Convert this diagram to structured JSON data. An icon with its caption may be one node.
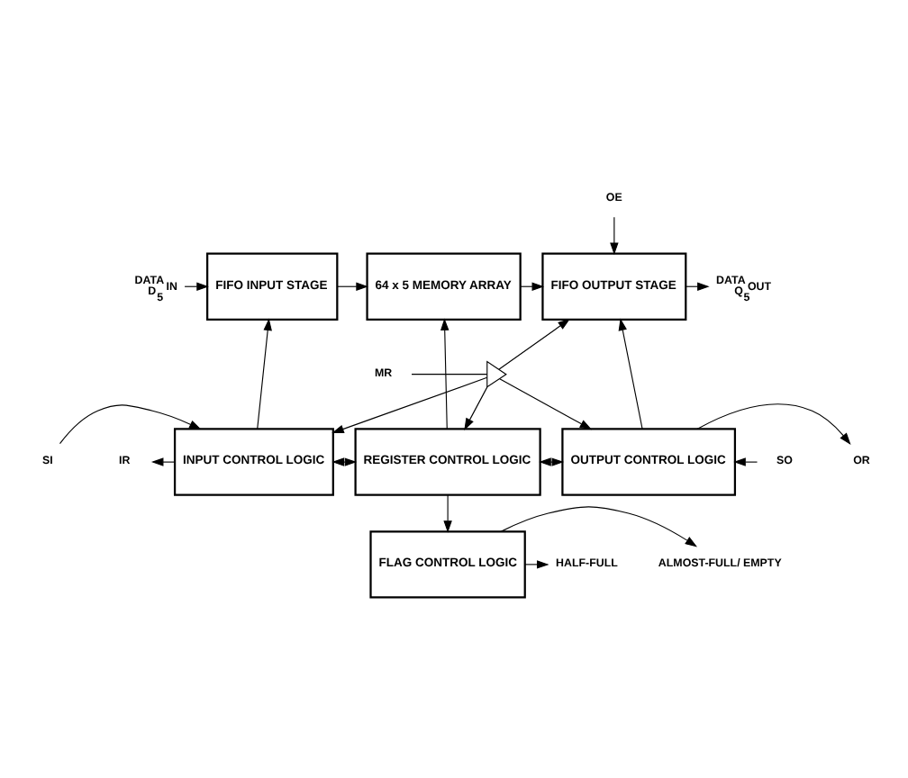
{
  "diagram": {
    "nodes": [
      {
        "text": [
          "FIFO INPUT STAGE"
        ]
      },
      {
        "text": [
          "64 x 5 MEMORY ARRAY"
        ]
      },
      {
        "text": [
          "FIFO OUTPUT STAGE"
        ]
      },
      {
        "text": [
          "INPUT CONTROL LOGIC"
        ]
      },
      {
        "text": [
          "REGISTER CONTROL LOGIC"
        ]
      },
      {
        "text": [
          "OUTPUT CONTROL LOGIC"
        ]
      },
      {
        "text": [
          "FLAG CONTROL LOGIC"
        ]
      },
      {
        "text": [],
        "shape": "triangle"
      },
      {
        "text": [
          "DATA$_{IN}$",
          "D$_{5}$"
        ]
      },
      {
        "text": [
          "OE"
        ]
      },
      {
        "text": [
          "DATA$_{OUT}$",
          "Q$_{5}$"
        ]
      },
      {
        "text": [
          "MR"
        ]
      },
      {
        "text": [
          "IR"
        ]
      },
      {
        "text": [
          "SI"
        ]
      },
      {
        "text": [
          "SO"
        ]
      },
      {
        "text": [
          "OR"
        ]
      },
      {
        "text": [
          "HALF-FULL"
        ]
      },
      {
        "text": [
          "ALMOST-FULL/ EMPTY"
        ]
      }
    ],
    "edges": [
      {
        "from": 8,
        "to": 0,
        "arrow": "to"
      },
      {
        "from": 0,
        "to": 1,
        "arrow": "to"
      },
      {
        "from": 1,
        "to": 2,
        "arrow": "to"
      },
      {
        "from": 9,
        "to": 2,
        "arrow": "to"
      },
      {
        "from": 2,
        "to": 10,
        "arrow": "to"
      },
      {
        "from": 11,
        "to": 7,
        "arrow": "none"
      },
      {
        "from": 7,
        "to": 3,
        "arrow": "to"
      },
      {
        "from": 7,
        "to": 4,
        "arrow": "to"
      },
      {
        "from": 7,
        "to": 2,
        "arrow": "to"
      },
      {
        "from": 7,
        "to": 5,
        "arrow": "to"
      },
      {
        "from": 3,
        "to": 0,
        "arrow": "to"
      },
      {
        "from": 4,
        "to": 1,
        "arrow": "to"
      },
      {
        "from": 5,
        "to": 2,
        "arrow": "to"
      },
      {
        "from": 3,
        "to": 12,
        "arrow": "to"
      },
      {
        "from": 13,
        "to": 3,
        "arrow": "to"
      },
      {
        "from": 3,
        "to": 4,
        "arrow": "both"
      },
      {
        "from": 4,
        "to": 5,
        "arrow": "both"
      },
      {
        "from": 14,
        "to": 5,
        "arrow": "to"
      },
      {
        "from": 5,
        "to": 15,
        "arrow": "to"
      },
      {
        "from": 4,
        "to": 6,
        "arrow": "to"
      },
      {
        "from": 6,
        "to": 16,
        "arrow": "to"
      },
      {
        "from": 6,
        "to": 17,
        "arrow": "to"
      }
    ]
  }
}
